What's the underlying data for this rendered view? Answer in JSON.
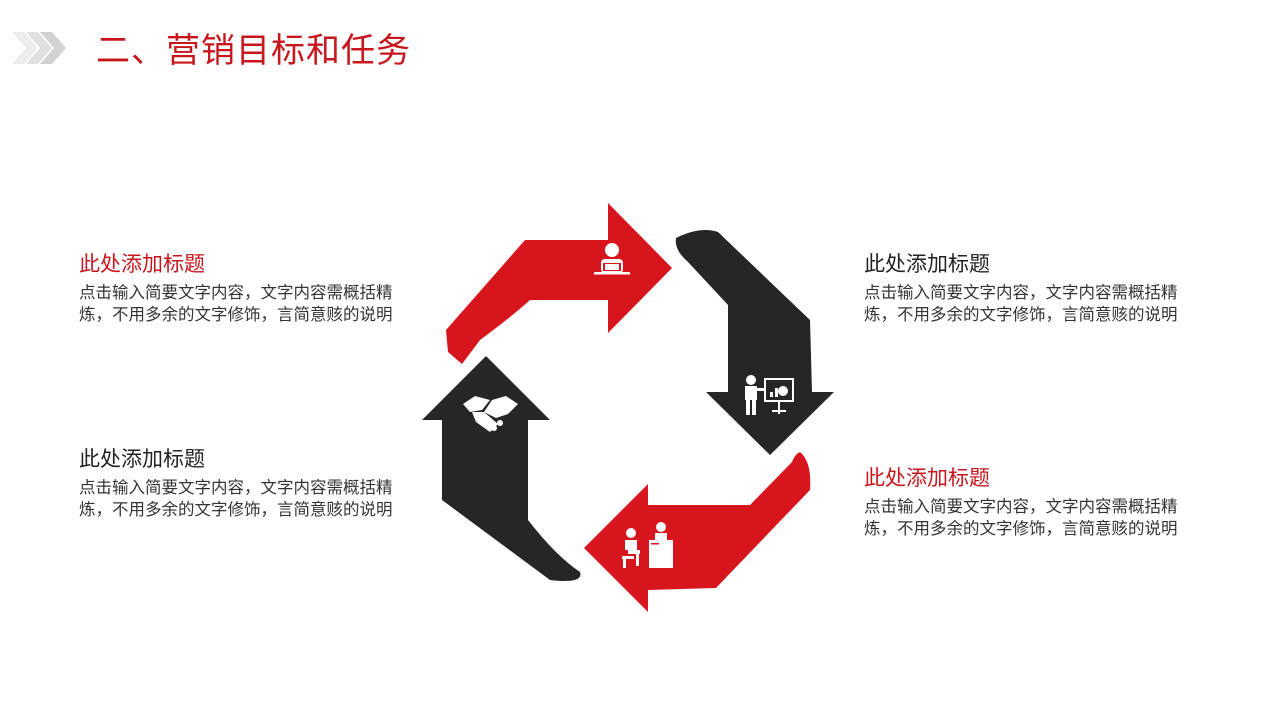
{
  "slide": {
    "title": "二、营销目标和任务",
    "decoration_icon": "triple-chevron-icon"
  },
  "colors": {
    "accent_red": "#c8161d",
    "dark": "#262626",
    "chevron_gray": "#d9d9d9"
  },
  "cycle": {
    "segments": [
      {
        "color": "red",
        "icon": "person-laptop-icon"
      },
      {
        "color": "dark",
        "icon": "presenter-board-icon"
      },
      {
        "color": "red",
        "icon": "desk-meeting-icon"
      },
      {
        "color": "dark",
        "icon": "handshake-icon"
      }
    ]
  },
  "blocks": {
    "top_left": {
      "heading": "此处添加标题",
      "body": "点击输入简要文字内容，文字内容需概括精炼，不用多余的文字修饰，言简意赅的说明"
    },
    "bottom_left": {
      "heading": "此处添加标题",
      "body": "点击输入简要文字内容，文字内容需概括精炼，不用多余的文字修饰，言简意赅的说明"
    },
    "top_right": {
      "heading": "此处添加标题",
      "body": "点击输入简要文字内容，文字内容需概括精炼，不用多余的文字修饰，言简意赅的说明"
    },
    "bottom_right": {
      "heading": "此处添加标题",
      "body": "点击输入简要文字内容，文字内容需概括精炼，不用多余的文字修饰，言简意赅的说明"
    }
  }
}
